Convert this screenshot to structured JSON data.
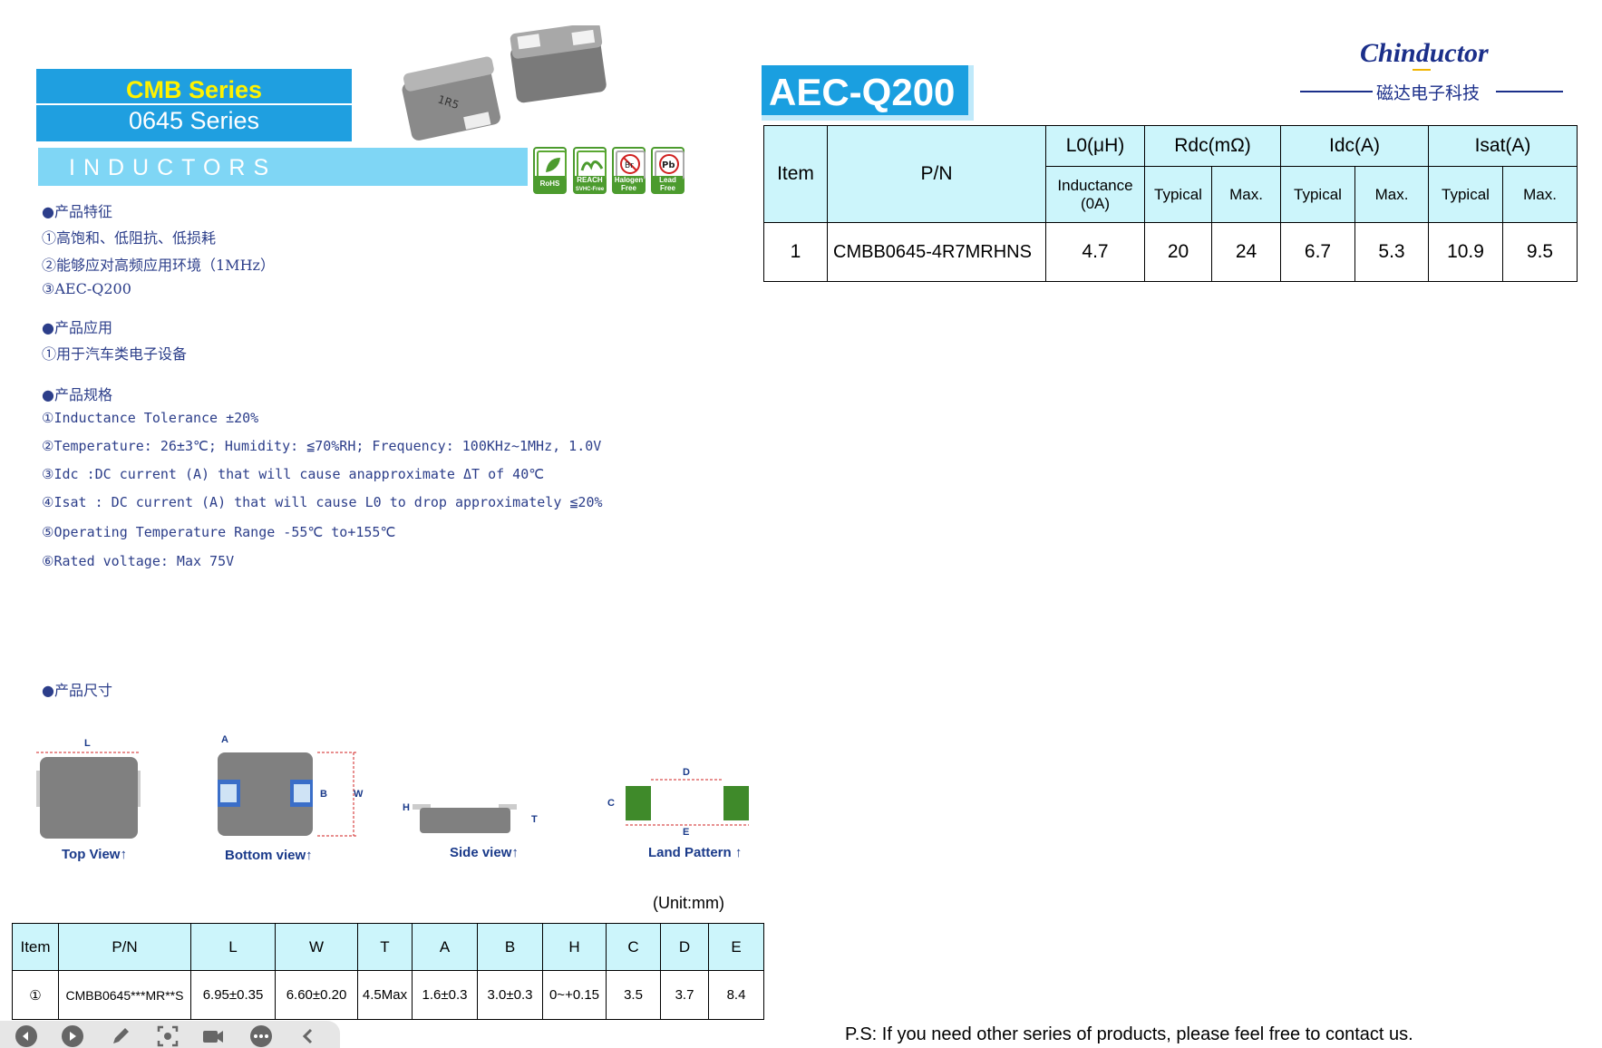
{
  "series": {
    "line1": "CMB Series",
    "line2": "0645 Series"
  },
  "inductors_label": "INDUCTORS",
  "badges": [
    {
      "label_l1": "RoHS",
      "label_l2": ""
    },
    {
      "label_l1": "REACH",
      "label_l2": "SVHC-Free"
    },
    {
      "label_l1": "Halogen",
      "label_l2": "Free"
    },
    {
      "label_l1": "Lead",
      "label_l2": "Free"
    }
  ],
  "features": {
    "h1": "●产品特征",
    "f1": "①高饱和、低阻抗、低损耗",
    "f2": "②能够应对高频应用环境（1MHz）",
    "f3": "③AEC-Q200",
    "h2": "●产品应用",
    "a1": "①用于汽车类电子设备",
    "h3": "●产品规格",
    "s1": "①Inductance Tolerance ±20%",
    "s2": "②Temperature: 26±3℃; Humidity: ≦70%RH; Frequency: 100KHz~1MHz, 1.0V",
    "s3": "③Idc :DC current (A) that will cause anapproximate ΔT of 40℃",
    "s4": "④Isat : DC current (A) that will cause L0 to drop approximately ≦20%",
    "s5": "⑤Operating Temperature Range -55℃ to+155℃",
    "s6": "⑥Rated voltage: Max 75V",
    "h4": "●产品尺寸"
  },
  "aec_label": "AEC-Q200",
  "logo": {
    "brand": "Chinductor",
    "sub": "磁达电子科技"
  },
  "main_table": {
    "h_item": "Item",
    "h_pn": "P/N",
    "h_l0": "L0(μH)",
    "h_rdc": "Rdc(mΩ)",
    "h_idc": "Idc(A)",
    "h_isat": "Isat(A)",
    "s_ind": "Inductance",
    "s_ind2": "(0A)",
    "s_typ": "Typical",
    "s_max": "Max.",
    "row": {
      "item": "1",
      "pn": "CMBB0645-4R7MRHNS",
      "l0": "4.7",
      "rdc_typ": "20",
      "rdc_max": "24",
      "idc_typ": "6.7",
      "idc_max": "5.3",
      "isat_typ": "10.9",
      "isat_max": "9.5"
    }
  },
  "diagrams": {
    "top": "Top View↑",
    "bottom": "Bottom view↑",
    "side": "Side view↑",
    "land": "Land Pattern ↑",
    "L": "L",
    "A": "A",
    "B": "B",
    "W": "W",
    "H": "H",
    "T": "T",
    "C": "C",
    "D": "D",
    "E": "E"
  },
  "unit": "(Unit:mm)",
  "dim_table": {
    "headers": [
      "Item",
      "P/N",
      "L",
      "W",
      "T",
      "A",
      "B",
      "H",
      "C",
      "D",
      "E"
    ],
    "row": [
      "①",
      "CMBB0645***MR**S",
      "6.95±0.35",
      "6.60±0.20",
      "4.5Max",
      "1.6±0.3",
      "3.0±0.3",
      "0~+0.15",
      "3.5",
      "3.7",
      "8.4"
    ]
  },
  "ps": "P.S: If you need other series of products, please feel free to contact us.",
  "colors": {
    "banner": "#1f9fe0",
    "header_cell": "#ccf5fb",
    "text_blue": "#2c3e8a"
  }
}
